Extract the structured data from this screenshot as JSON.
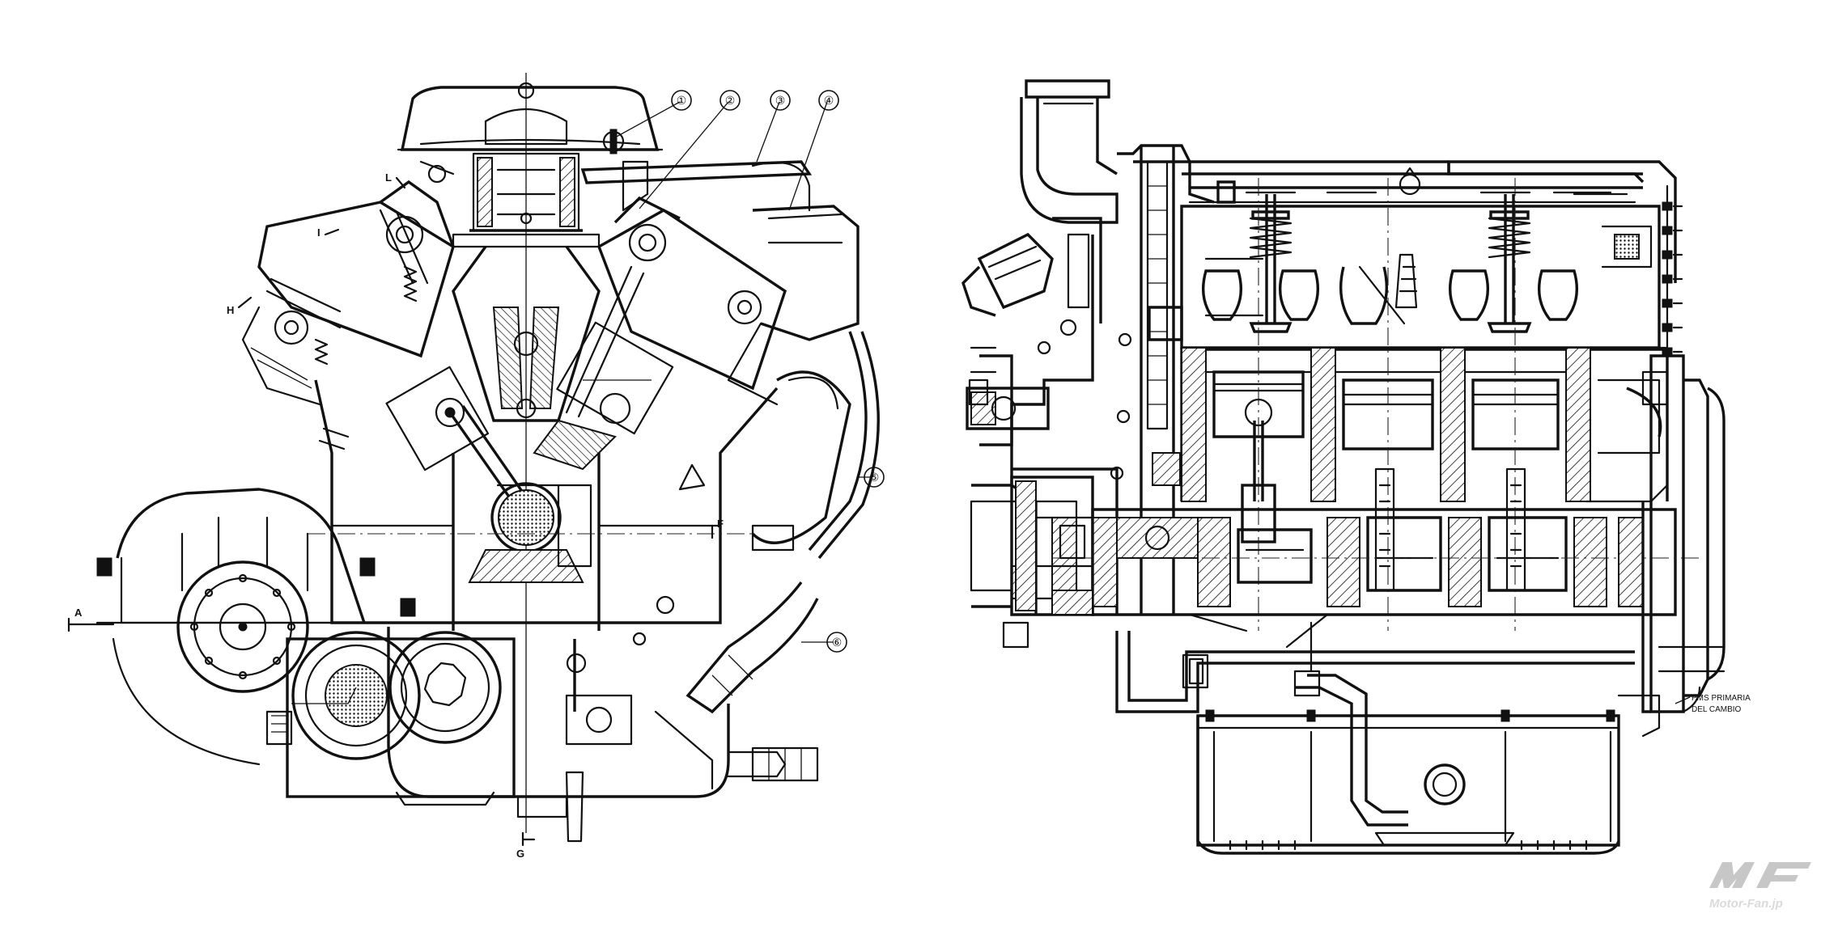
{
  "callouts": [
    "①",
    "②",
    "③",
    "④",
    "⑤",
    "⑥"
  ],
  "section_marks": [
    "A",
    "F",
    "H",
    "I",
    "L",
    "G"
  ],
  "side_note": [
    "PMS PRIMARIA",
    "DEL CAMBIO"
  ],
  "watermark": {
    "brand": "MF",
    "site": "Motor-Fan.jp"
  }
}
